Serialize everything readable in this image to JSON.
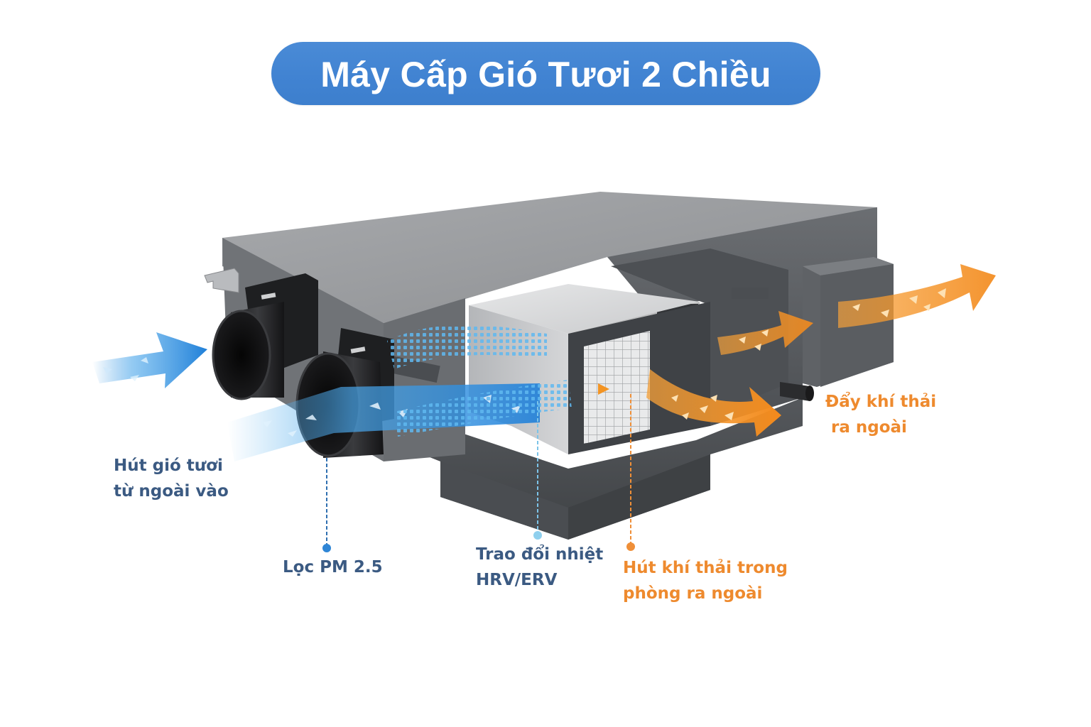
{
  "title": "Máy Cấp Gió Tươi 2 Chiều",
  "colors": {
    "title_pill": "#4183d2",
    "title_text": "#ffffff",
    "label_blue": "#3b5a82",
    "label_orange": "#ee8a2e",
    "fresh_air_arrow": "#2e8fe0",
    "exhaust_arrow": "#f39423",
    "dot_pm25": "#2f86d6",
    "dot_hrv": "#8fd0ee",
    "dot_exhaust": "#ef8f38",
    "machine_body": "#55585d"
  },
  "labels": {
    "fresh_air_in": {
      "line1": "Hút gió tươi",
      "line2": "từ ngoài vào"
    },
    "pm25_filter": {
      "line1": "Lọc PM 2.5"
    },
    "heat_exchange": {
      "line1": "Trao đổi nhiệt",
      "line2": "HRV/ERV"
    },
    "exhaust_in": {
      "line1": "Hút khí thải trong",
      "line2": "phòng ra ngoài"
    },
    "exhaust_out": {
      "line1": "Đẩy khí thải",
      "line2": "ra ngoài"
    }
  },
  "icons": {
    "fresh_air_arrows": "blue-airflow-arrow",
    "exhaust_arrows": "orange-airflow-arrow",
    "callout_dots": "circle-marker"
  }
}
